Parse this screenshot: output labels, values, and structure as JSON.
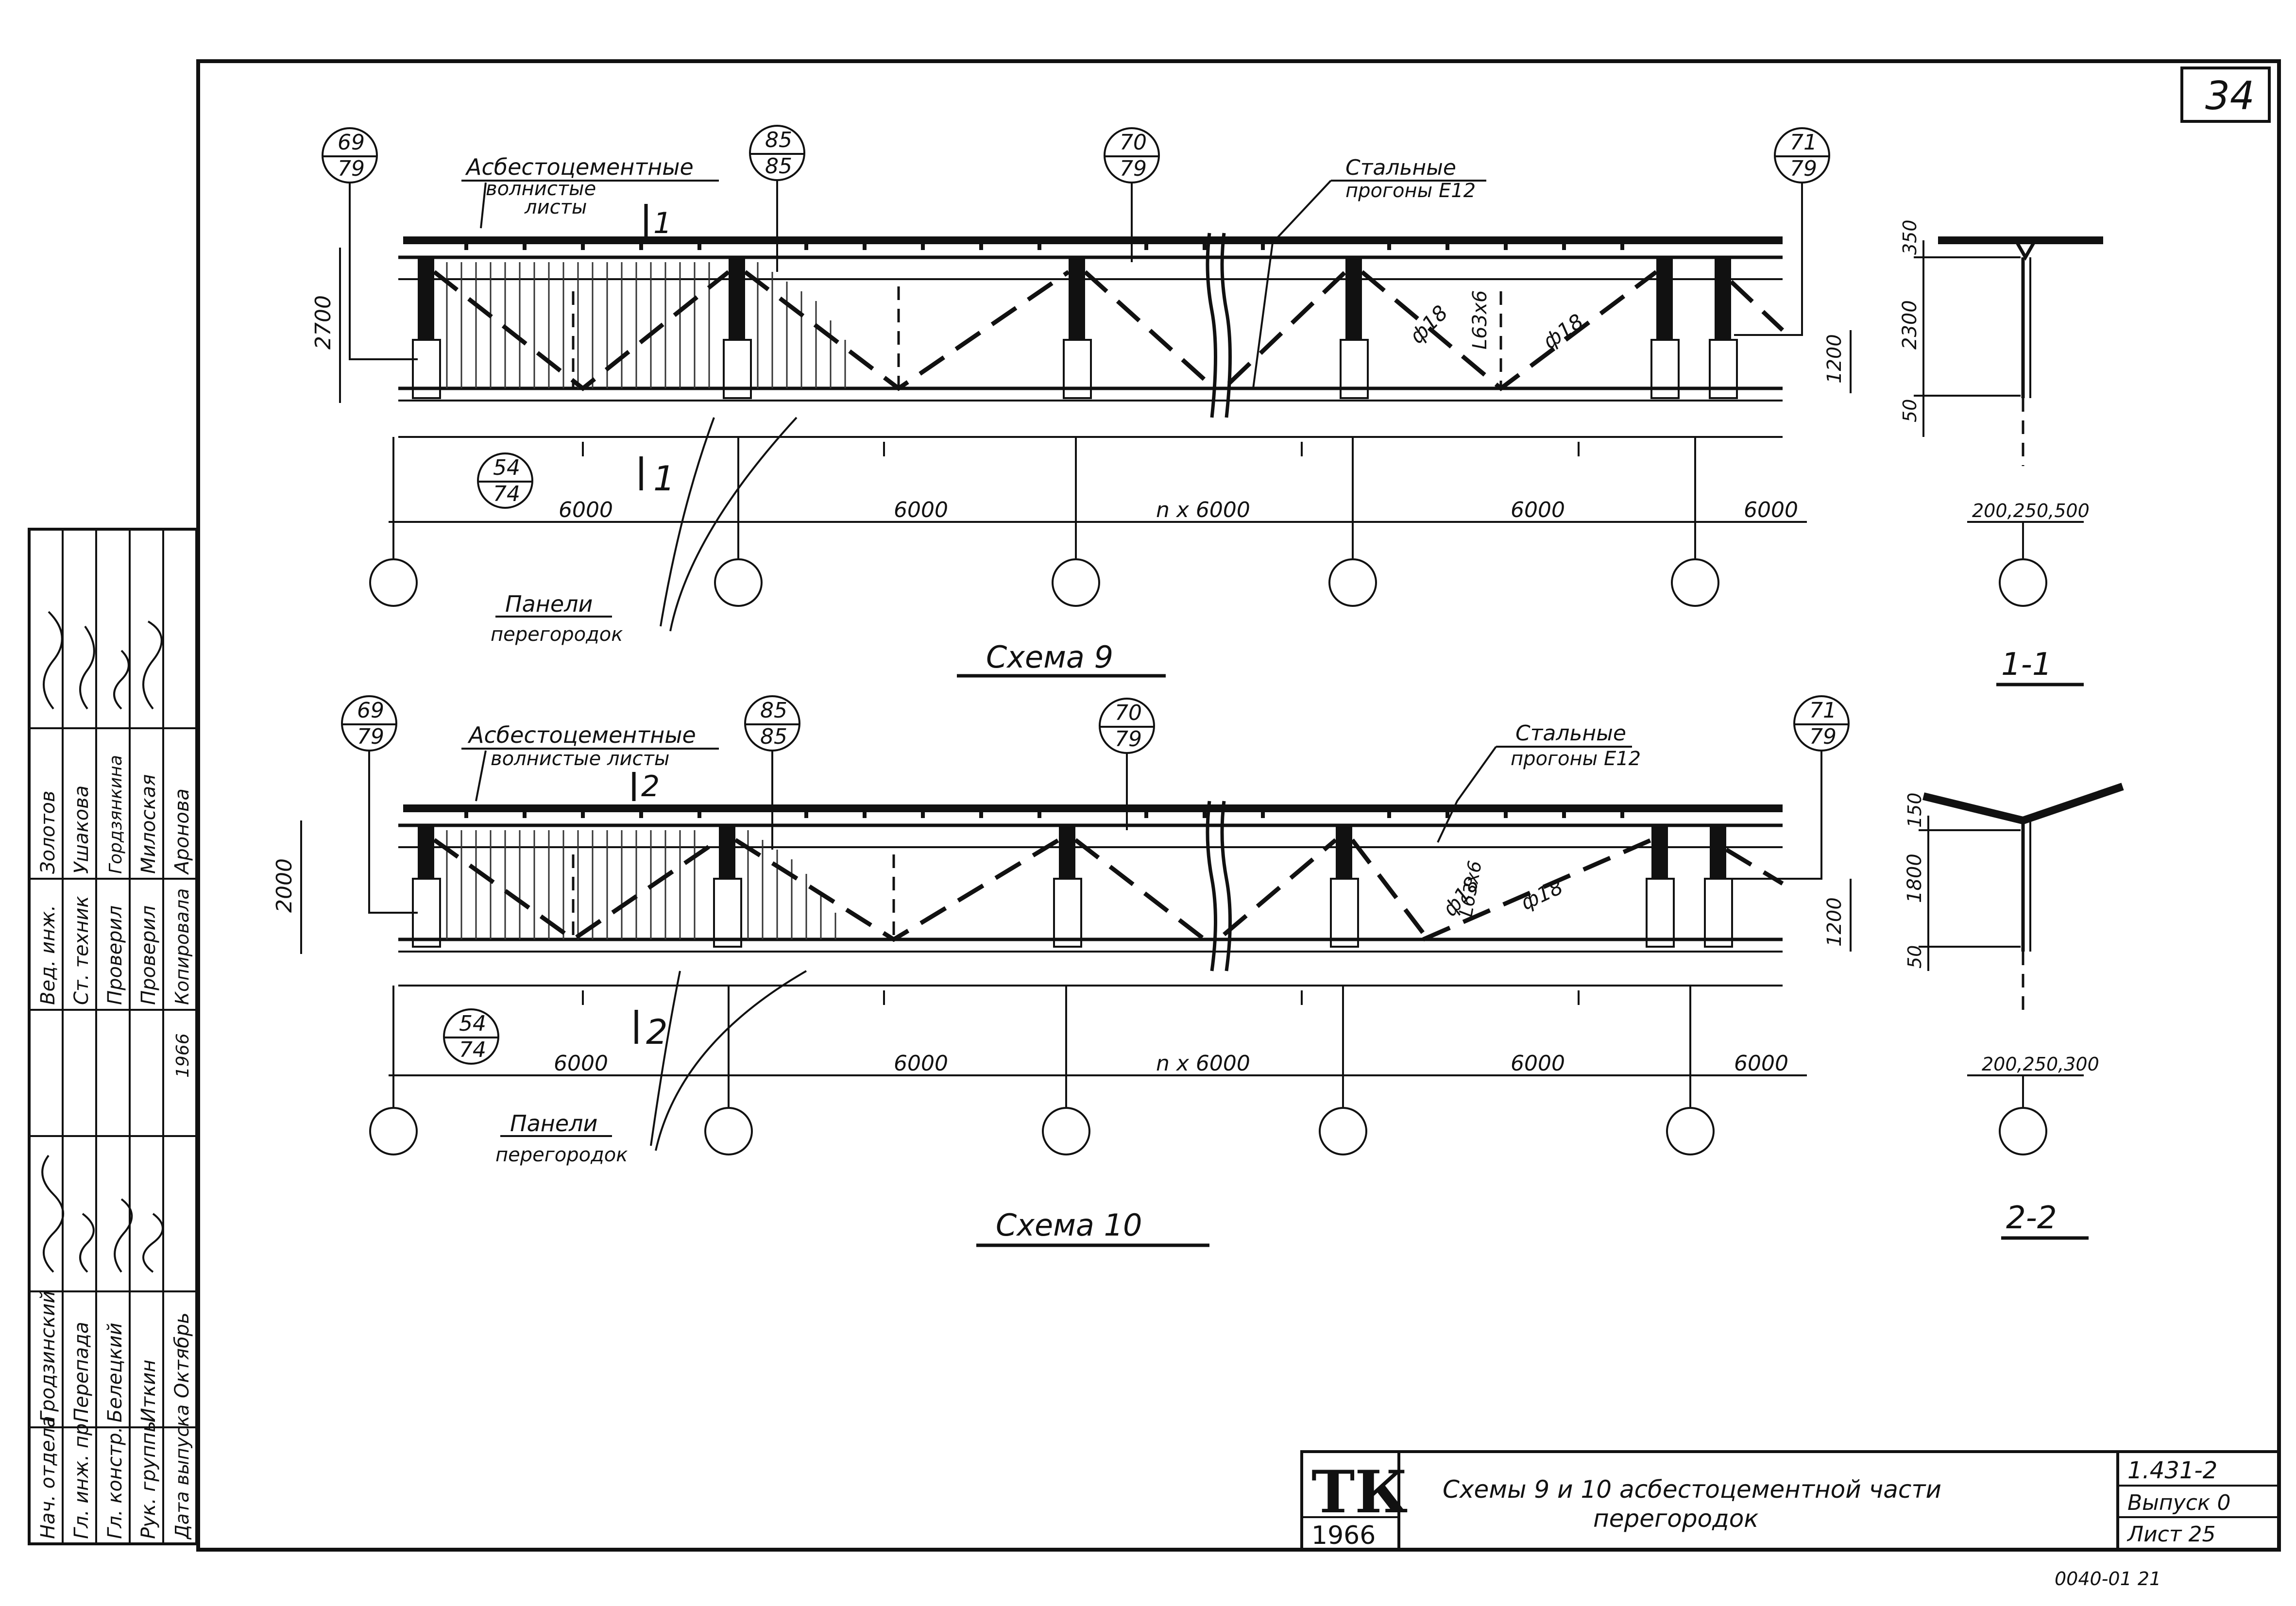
{
  "page_number": "34",
  "scheme9": {
    "title": "Схема 9",
    "label_asbestos": [
      "Асбестоцементные",
      "волнистые",
      "листы"
    ],
    "label_purlins": [
      "Стальные",
      "прогоны Е12"
    ],
    "label_panels": [
      "Панели",
      "перегородок"
    ],
    "callouts": [
      {
        "top": "69",
        "bottom": "79"
      },
      {
        "top": "85",
        "bottom": "85"
      },
      {
        "top": "70",
        "bottom": "79"
      },
      {
        "top": "71",
        "bottom": "79"
      }
    ],
    "callout_bottom": {
      "top": "54",
      "bottom": "74"
    },
    "cut_mark": "1",
    "height_dim": "2700",
    "right_dim": "1200",
    "brace_labels": [
      "ф18",
      "L63x6",
      "ф18"
    ],
    "spans": [
      "6000",
      "6000",
      "n x 6000",
      "6000",
      "6000"
    ]
  },
  "scheme10": {
    "title": "Схема 10",
    "label_asbestos": [
      "Асбестоцементные",
      "волнистые листы"
    ],
    "label_purlins": [
      "Стальные",
      "прогоны Е12"
    ],
    "label_panels": [
      "Панели",
      "перегородок"
    ],
    "callouts": [
      {
        "top": "69",
        "bottom": "79"
      },
      {
        "top": "85",
        "bottom": "85"
      },
      {
        "top": "70",
        "bottom": "79"
      },
      {
        "top": "71",
        "bottom": "79"
      }
    ],
    "callout_bottom": {
      "top": "54",
      "bottom": "74"
    },
    "cut_mark": "2",
    "height_dim": "2000",
    "right_dim": "1200",
    "brace_labels": [
      "ф18",
      "L63x6",
      "ф18"
    ],
    "spans": [
      "6000",
      "6000",
      "n x 6000",
      "6000",
      "6000"
    ]
  },
  "section1": {
    "title": "1-1",
    "dims": [
      "350",
      "2300",
      "50"
    ],
    "bottom_dims": "200,250,500"
  },
  "section2": {
    "title": "2-2",
    "dims": [
      "150",
      "1800",
      "50"
    ],
    "bottom_dims": "200,250,300"
  },
  "stamp": {
    "logo": "ТК",
    "year": "1966",
    "description": [
      "Схемы 9 и 10 асбестоцементной части",
      "перегородок"
    ],
    "code": "1.431-2",
    "issue": "Выпуск 0",
    "sheet": "Лист 25",
    "footer_number": "0040-01 21"
  },
  "signatures": {
    "rows": [
      [
        "Нач. отдела",
        "Гродзинский",
        "Вед. инж.",
        "Золотов"
      ],
      [
        "Гл. инж. пр.",
        "Перепада",
        "Ст. техник",
        "Ушакова"
      ],
      [
        "Гл. констр.",
        "Белецкий",
        "Проверил",
        "Гордзянкина"
      ],
      [
        "Рук. группы",
        "Иткин",
        "Проверил",
        "Милоская"
      ],
      [
        "Дата выпуска",
        "Октябрь",
        "1966",
        "Копировала",
        "Аронова"
      ]
    ]
  }
}
